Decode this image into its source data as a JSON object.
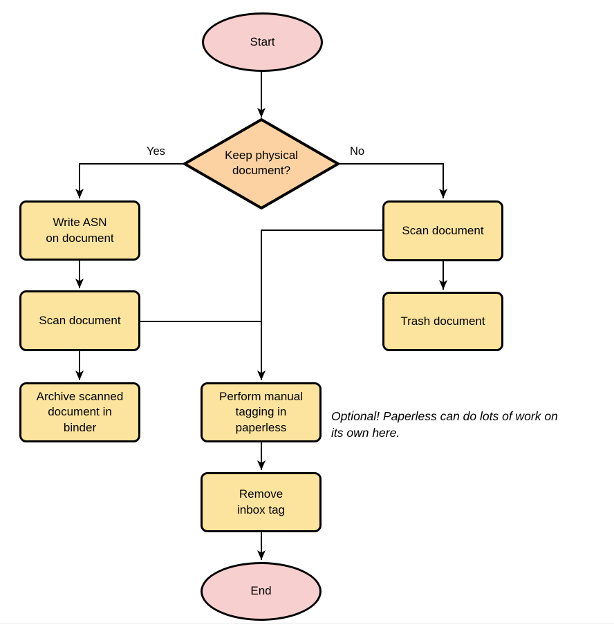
{
  "colors": {
    "terminator_fill": "#F8CFCF",
    "process_fill": "#FCE49E",
    "decision_fill": "#FCD2A2",
    "stroke": "#000000",
    "background": "#FFFFFF"
  },
  "nodes": {
    "start": {
      "type": "terminator",
      "label": "Start"
    },
    "decision": {
      "type": "decision",
      "label": "Keep physical\ndocument?"
    },
    "write_asn": {
      "type": "process",
      "label": "Write ASN\non document"
    },
    "scan_left": {
      "type": "process",
      "label": "Scan document"
    },
    "archive": {
      "type": "process",
      "label": "Archive scanned\ndocument in\nbinder"
    },
    "scan_right": {
      "type": "process",
      "label": "Scan document"
    },
    "trash": {
      "type": "process",
      "label": "Trash document"
    },
    "tagging": {
      "type": "process",
      "label": "Perform manual\ntagging in\npaperless"
    },
    "remove_inbox": {
      "type": "process",
      "label": "Remove\ninbox tag"
    },
    "end": {
      "type": "terminator",
      "label": "End"
    }
  },
  "edge_labels": {
    "yes": "Yes",
    "no": "No"
  },
  "annotation": {
    "text": "Optional! Paperless can do lots of work on\nits own here."
  }
}
